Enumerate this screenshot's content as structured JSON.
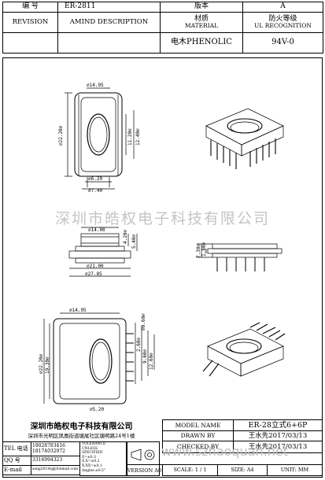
{
  "header": {
    "number_label": "编   号",
    "number_value": "ER-2811",
    "version_label": "版本",
    "version_value": "A",
    "revision_label": "REVISION",
    "amend_label": "AMIND DESCRIPTION",
    "material_cn": "材质",
    "material_en": "MATERIAL",
    "fire_cn": "防火等级",
    "fire_en": "UL RECOGNITION",
    "material_value": "电木PHENOLIC",
    "fire_value": "94V-0"
  },
  "drawing": {
    "top_dims": [
      "⌀14.95",
      "⌀22.20⌀",
      "11.20⌀",
      "12.40⌀",
      "⌀6.20",
      "⌀7.40"
    ],
    "front_dims": [
      "⌀14.00",
      "4.20⌀",
      "5.40⌀",
      "⌀21.00",
      "⌀27.85"
    ],
    "side_dims": [
      "7.30⌀",
      "1.80⌀"
    ],
    "bottom_dims": [
      "⌀14.95",
      "⌀0.60⌀",
      "⌀22.20⌀",
      "19.30⌀",
      "2.60⌀",
      "9.60⌀",
      "12.60⌀",
      "⌀5.20"
    ]
  },
  "watermark": "深圳市皓权电子科技有限公司",
  "watermark_url": "www.szhaoquan.net",
  "company": {
    "name": "深圳市皓权电子科技有限公司",
    "address": "深圳市光明区凤凰街道塘尾社区塘明路24号1楼"
  },
  "contacts": {
    "tel_label": "TEL 电话",
    "tel_value_1": "18028783416",
    "tel_value_2": "18174032972",
    "qq_label": "QQ 号",
    "qq_value": "3316994323",
    "email_label": "E-mail",
    "email_value": "sang2014sj@foxmail.com"
  },
  "tolerance_lines": [
    "TOLERANCE",
    "UNLESS",
    "SPECIFIED",
    "X=±0.3",
    "X.X=±0.2",
    "X.XX=±0.1",
    "Angles:±0.5°"
  ],
  "title_block": {
    "model_label": "MODEL NAME",
    "model_value": "ER-28立式6+6P",
    "drawn_label": "DRAWN BY",
    "drawn_value": "王水先2017/03/13",
    "checked_label": "CHECKED BY",
    "checked_value": "王水先2017/03/13",
    "version_label": "VERSION A0",
    "scale_label": "SCALE: 1 / 1",
    "size_label": "SIZE: A4",
    "unit_label": "UNIT: MM"
  }
}
